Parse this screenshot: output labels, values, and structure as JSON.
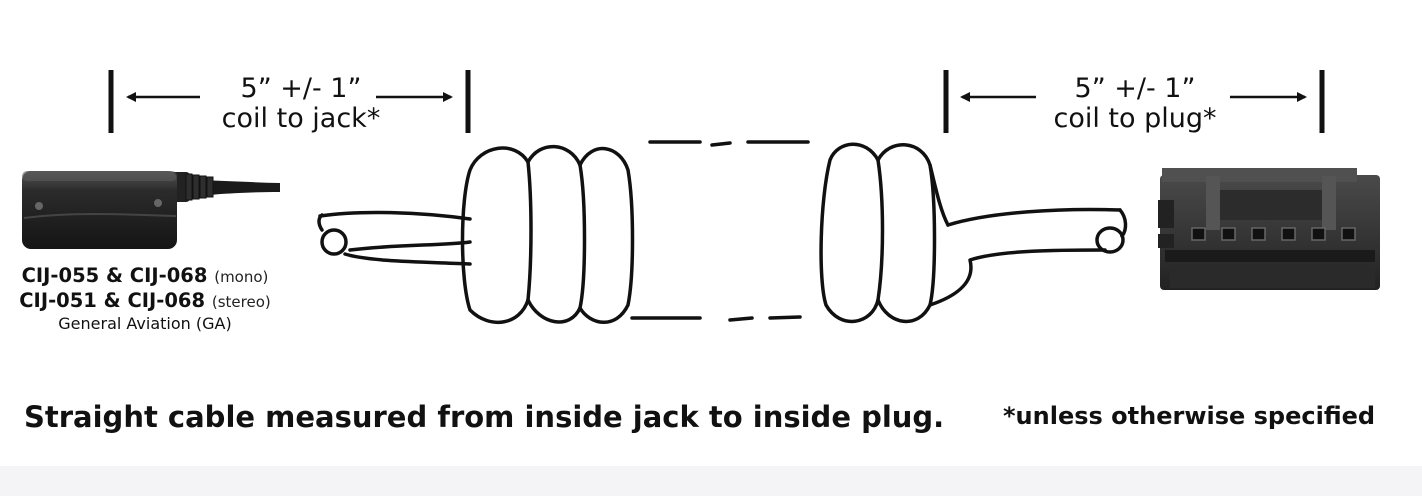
{
  "dimensions": {
    "left_tolerance": "5” +/- 1”",
    "left_label": "coil to jack*",
    "right_tolerance": "5” +/- 1”",
    "right_label": "coil to plug*"
  },
  "jack_parts": {
    "mono_models": "CIJ-055 & CIJ-068",
    "mono_note": "(mono)",
    "stereo_models": "CIJ-051 & CIJ-068",
    "stereo_note": "(stereo)",
    "application": "General Aviation (GA)"
  },
  "caption": "Straight cable measured from inside jack to inside plug.",
  "footnote": "*unless otherwise specified",
  "colors": {
    "ink": "#111111",
    "connector_body": "#2a2a2a",
    "plug_body": "#3a3a3a"
  }
}
